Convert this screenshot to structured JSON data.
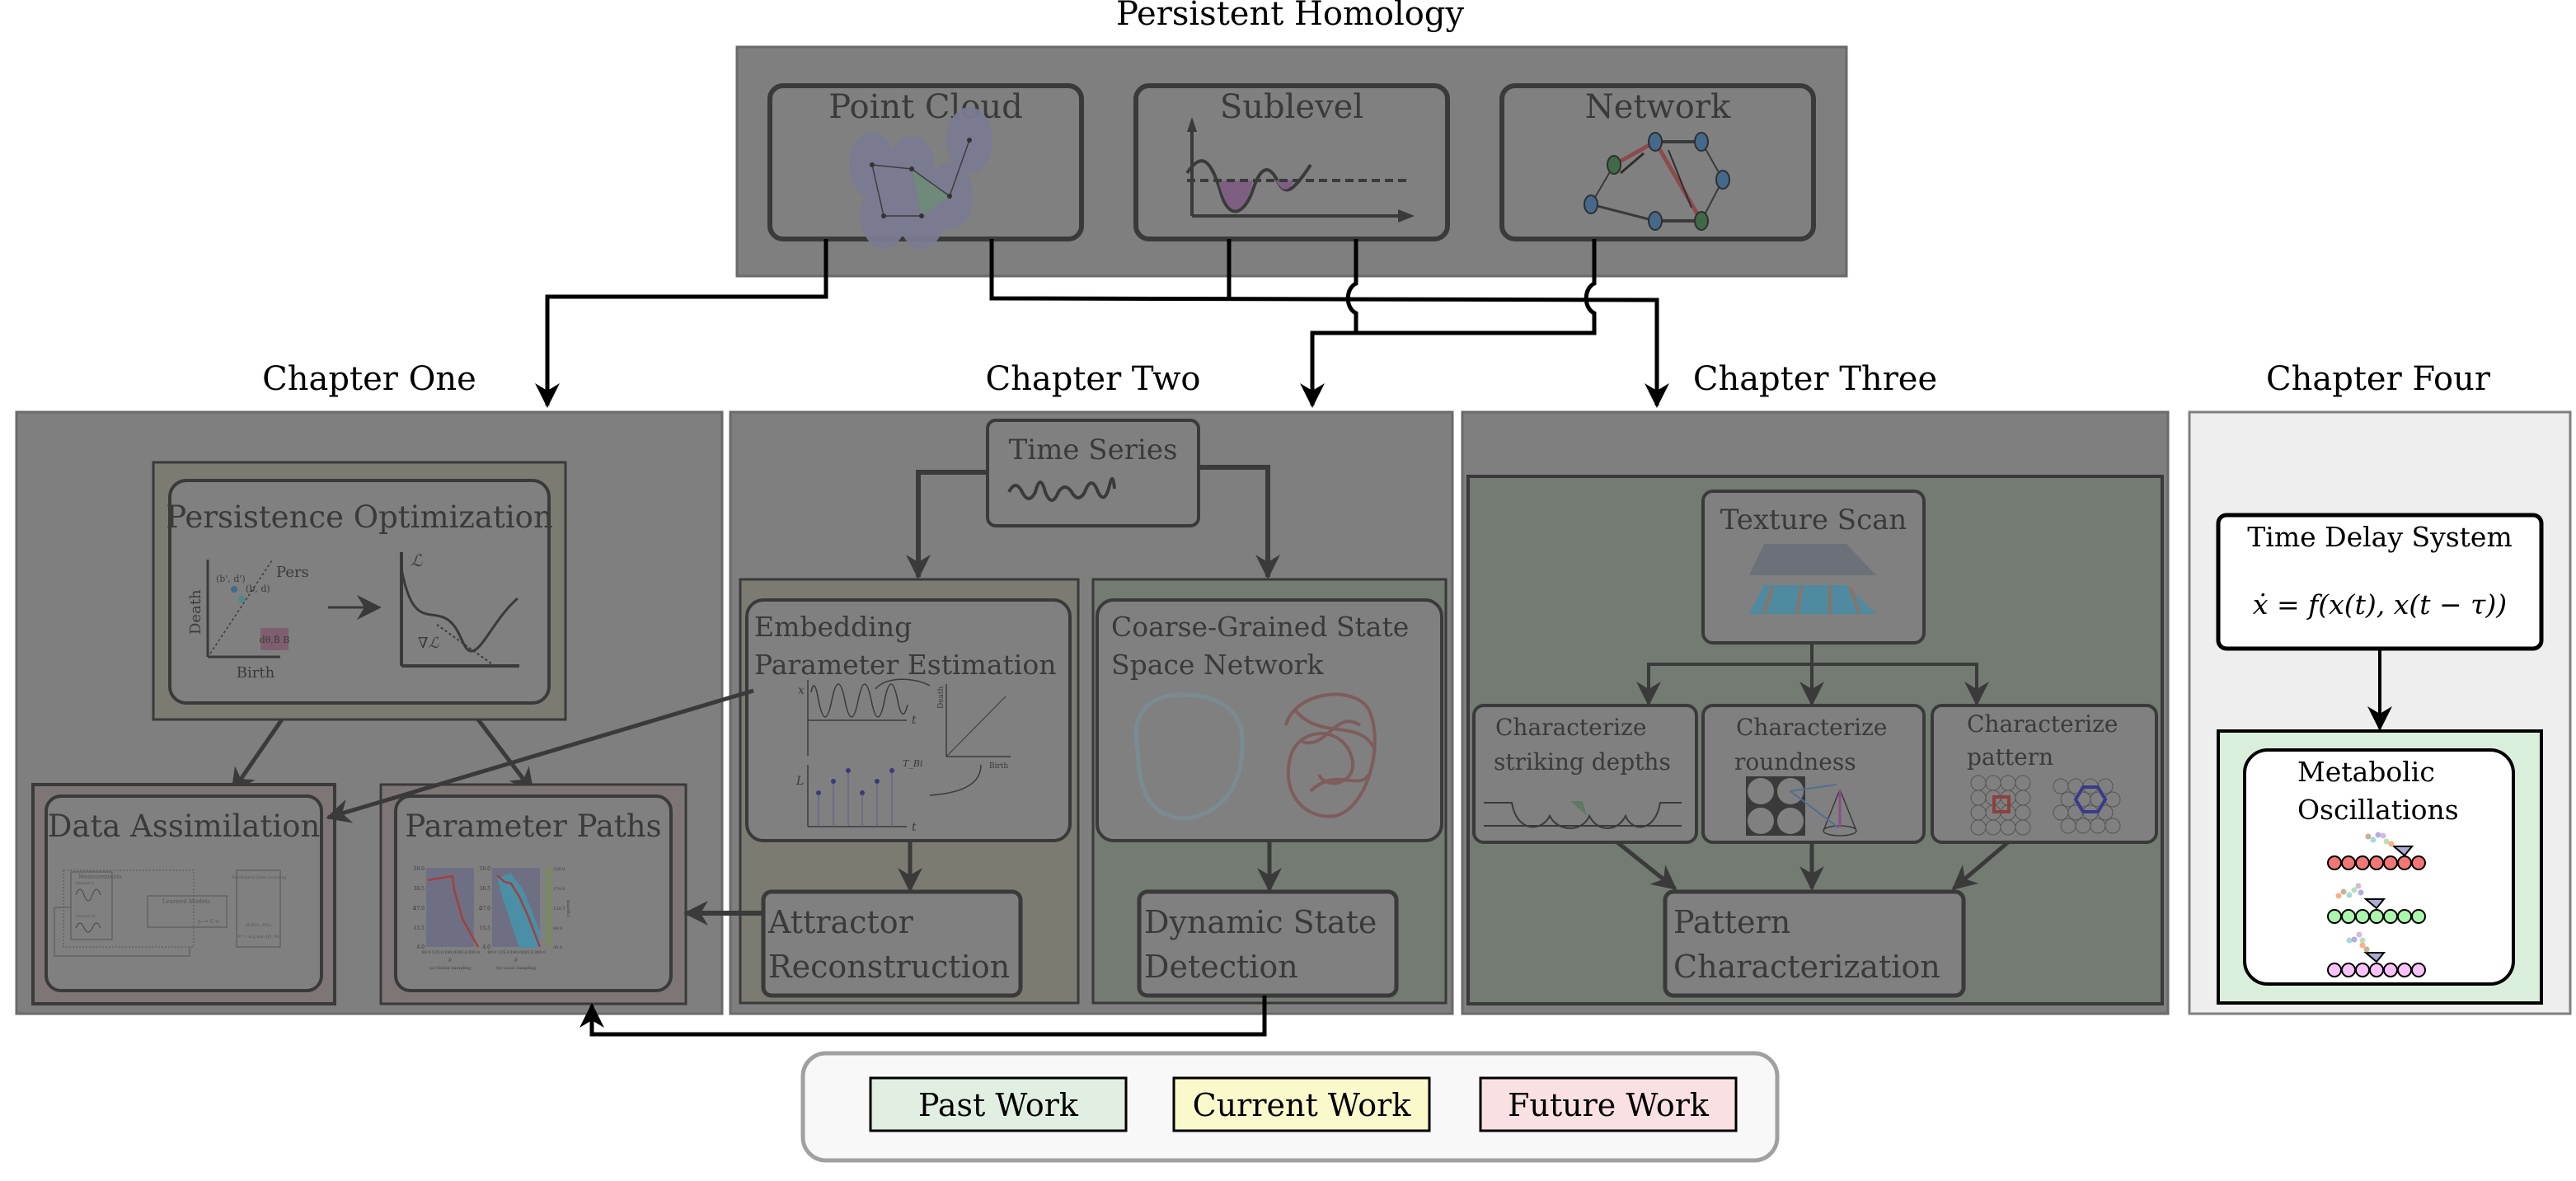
{
  "title": "Persistent Homology",
  "top_panels": [
    {
      "label": "Point Cloud",
      "icon": "point-cloud-icon"
    },
    {
      "label": "Sublevel",
      "icon": "sublevel-plot-icon"
    },
    {
      "label": "Network",
      "icon": "network-graph-icon"
    }
  ],
  "chapters": [
    {
      "title": "Chapter One",
      "status": "dimmed"
    },
    {
      "title": "Chapter Two",
      "status": "dimmed"
    },
    {
      "title": "Chapter Three",
      "status": "dimmed"
    },
    {
      "title": "Chapter Four",
      "status": "active"
    }
  ],
  "chapter_one": {
    "persistence_optimization": {
      "label": "Persistence Optimization",
      "diagram": {
        "ylabel": "Death",
        "xlabel": "Birth",
        "pers": "Pers",
        "point_new": "(b', d')",
        "point_old": "(b, d)",
        "gradient_box": "dθ,B̃ B"
      },
      "loss": {
        "ylabel": "ℒ",
        "grad": "∇ℒ"
      }
    },
    "data_assimilation": {
      "label": "Data Assimilation",
      "figure": {
        "measurements": "Measurements",
        "sensor_1": "Sensor 1",
        "sensor_n": "Sensor N",
        "learned_models": "Learned Models",
        "model_eq": "y₀ = G v₀",
        "tdl": "Topological Data Learning",
        "wasserstein": "W(PD₁, PD₂)",
        "argmin": "δ* = arg min J(δ, W)"
      }
    },
    "parameter_paths": {
      "label": "Parameter Paths",
      "plots": [
        {
          "caption": "(a) Global Sampling"
        },
        {
          "caption": "(b) Local Sampling"
        }
      ],
      "y_ticks": [
        "50.0",
        "38.5",
        "27.0",
        "15.5",
        "4.0"
      ],
      "x_ticks": [
        "80.0",
        "135.0",
        "190.0",
        "245.0",
        "300.0"
      ],
      "ylabel": "σ",
      "xlabel": "ρ",
      "colorbar_ticks": [
        "220.0",
        "174.9",
        "129.7",
        "84.6",
        "39.4"
      ],
      "colorbar_label": "max(H₁)"
    }
  },
  "chapter_two": {
    "time_series": "Time Series",
    "embedding": {
      "line1": "Embedding",
      "line2": "Parameter Estimation",
      "x": "x",
      "t": "t",
      "L": "L",
      "tb": "T_Bi",
      "death": "Death",
      "birth": "Birth"
    },
    "cgssn": {
      "line1": "Coarse-Grained State",
      "line2": "Space Network"
    },
    "attractor": {
      "line1": "Attractor",
      "line2": "Reconstruction"
    },
    "dsd": {
      "line1": "Dynamic State",
      "line2": "Detection"
    }
  },
  "chapter_three": {
    "texture_scan": "Texture Scan",
    "striking": {
      "line1": "Characterize",
      "line2": "striking depths"
    },
    "roundness": {
      "line1": "Characterize",
      "line2": "roundness"
    },
    "pattern": {
      "line1": "Characterize",
      "line2": "pattern"
    },
    "pattern_char": {
      "line1": "Pattern",
      "line2": "Characterization"
    }
  },
  "chapter_four": {
    "tds": {
      "label": "Time Delay System",
      "equation": "ẋ = f(x(t), x(t − τ))"
    },
    "metabolic": {
      "line1": "Metabolic",
      "line2": "Oscillations"
    }
  },
  "legend": {
    "items": [
      {
        "label": "Past Work",
        "color": "#e0efe1"
      },
      {
        "label": "Current Work",
        "color": "#f9f9cc"
      },
      {
        "label": "Future Work",
        "color": "#f9e0e2"
      }
    ]
  },
  "colors": {
    "dim_overlay": "#7f7f7f",
    "past_dim": "#737b73",
    "current_dim": "#7c7b72",
    "future_dim": "#7e7676",
    "ch4_bg": "#eeeeee",
    "past_active": "#d9eedb"
  }
}
